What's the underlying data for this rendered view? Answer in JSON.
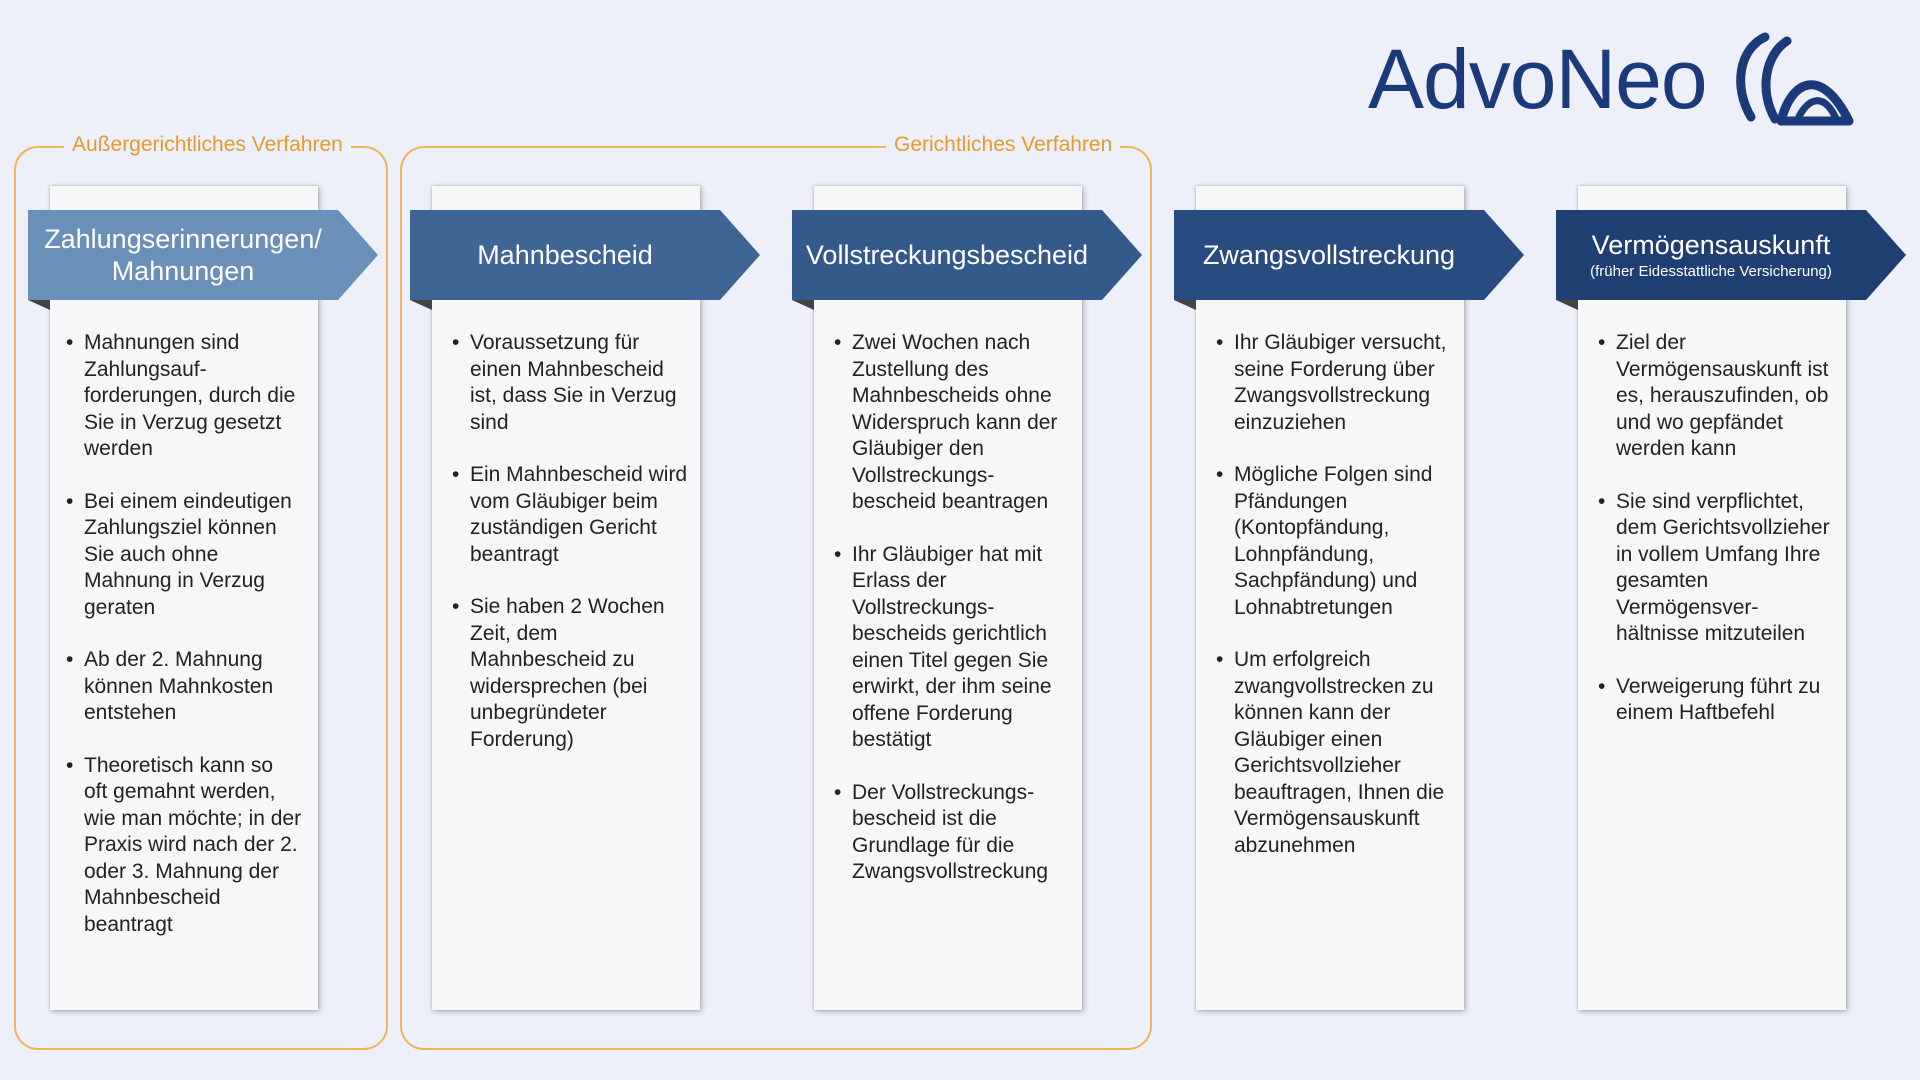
{
  "brand": {
    "name": "AdvoNeo",
    "color": "#1a3a7c"
  },
  "groups": {
    "extrajudicial": "Außergerichtliches Verfahren",
    "judicial": "Gerichtliches Verfahren",
    "frame_color": "#f2b45a"
  },
  "steps": [
    {
      "title": "Zahlungserinnerungen/ Mahnungen",
      "banner_color": "#6a8fb8",
      "bullets": [
        "Mahnungen sind Zahlungsauf-forderungen, durch die Sie in Verzug gesetzt werden",
        "Bei einem eindeutigen Zahlungsziel können Sie auch ohne Mahnung in Verzug geraten",
        "Ab der 2. Mahnung können Mahnkosten entstehen",
        "Theoretisch kann so oft gemahnt werden, wie man möchte; in der Praxis wird nach der 2. oder 3. Mahnung der Mahnbescheid beantragt"
      ]
    },
    {
      "title": "Mahnbescheid",
      "banner_color": "#3f6496",
      "bullets": [
        "Voraussetzung für einen Mahnbescheid ist, dass Sie in Verzug sind",
        "Ein Mahnbescheid wird vom Gläubiger beim zuständigen Gericht beantragt",
        "Sie haben 2 Wochen Zeit, dem Mahnbescheid zu widersprechen (bei unbegründeter Forderung)"
      ]
    },
    {
      "title": "Vollstreckungsbescheid",
      "banner_color": "#345a8c",
      "bullets": [
        "Zwei Wochen nach Zustellung des Mahnbescheids ohne Widerspruch kann der Gläubiger den Vollstreckungs-bescheid beantragen",
        "Ihr Gläubiger hat mit Erlass der Vollstreckungs-bescheids gerichtlich einen Titel gegen Sie erwirkt, der ihm seine offene Forderung bestätigt",
        "Der Vollstreckungs-bescheid ist die Grundlage für die Zwangsvollstreckung"
      ]
    },
    {
      "title": "Zwangsvollstreckung",
      "banner_color": "#284c80",
      "bullets": [
        "Ihr Gläubiger versucht, seine Forderung über Zwangsvollstreckung einzuziehen",
        "Mögliche Folgen sind Pfändungen (Kontopfändung, Lohnpfändung, Sachpfändung) und Lohnabtretungen",
        "Um erfolgreich zwangvollstrecken zu können kann der Gläubiger einen Gerichtsvollzieher beauftragen, Ihnen die Vermögensauskunft abzunehmen"
      ]
    },
    {
      "title": "Vermögensauskunft",
      "subtitle": "(früher Eidesstattliche Versicherung)",
      "banner_color": "#1f3f73",
      "bullets": [
        "Ziel der Vermögensauskunft ist es, herauszufinden, ob und wo gepfändet werden kann",
        "Sie sind verpflichtet, dem Gerichtsvollzieher in vollem Umfang Ihre gesamten Vermögensver-hältnisse mitzuteilen",
        "Verweigerung führt zu einem Haftbefehl"
      ]
    }
  ]
}
